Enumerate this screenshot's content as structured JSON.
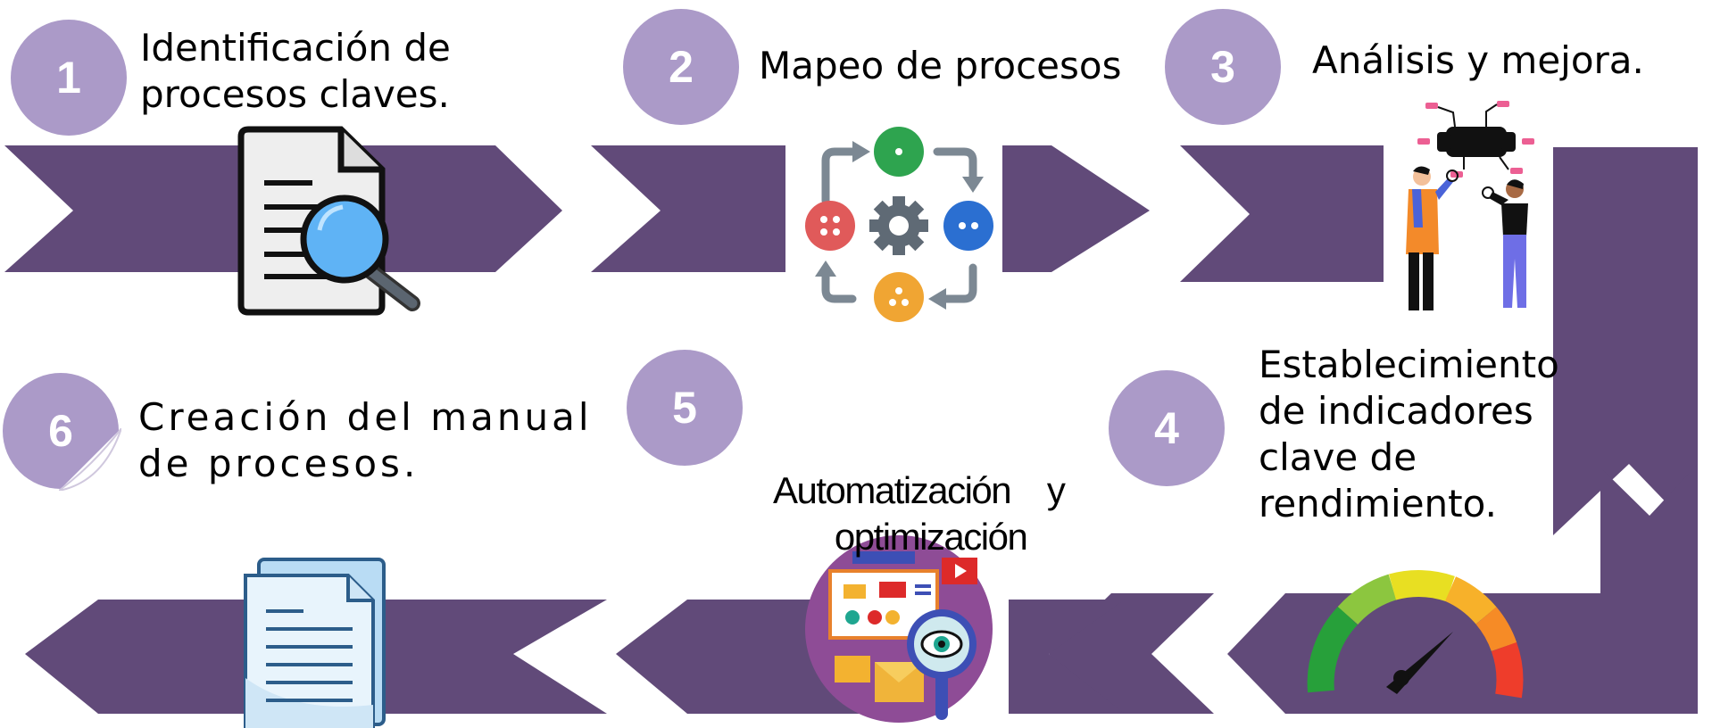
{
  "colors": {
    "arrow": "#614a79",
    "badge": "#ab9ac8",
    "text": "#000000"
  },
  "steps": [
    {
      "number": "1",
      "lines": [
        "Identificación de",
        "procesos claves."
      ],
      "icon": "document-search-icon"
    },
    {
      "number": "2",
      "lines": [
        "Mapeo de procesos"
      ],
      "icon": "process-cycle-icon"
    },
    {
      "number": "3",
      "lines": [
        "Análisis y mejora."
      ],
      "icon": "people-analysis-icon"
    },
    {
      "number": "4",
      "lines": [
        "Establecimiento",
        "de indicadores",
        "clave de",
        "rendimiento."
      ],
      "icon": "gauge-icon"
    },
    {
      "number": "5",
      "lines": [
        "Automatización    y",
        "optimización"
      ],
      "icon": "automation-icon"
    },
    {
      "number": "6",
      "lines": [
        "Creación del manual",
        "de procesos."
      ],
      "icon": "documents-icon"
    }
  ]
}
